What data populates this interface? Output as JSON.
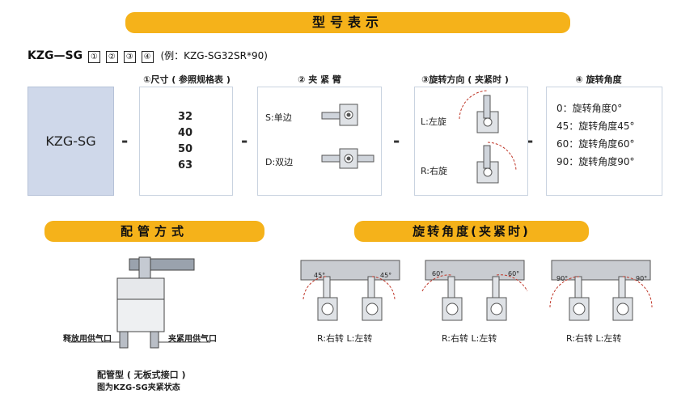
{
  "header": {
    "title": "型号表示"
  },
  "model": {
    "code": "KZG—SG",
    "boxes": [
      "①",
      "②",
      "③",
      "④"
    ],
    "example": "(例：KZG-SG32SR*90)"
  },
  "block_main": {
    "label": "KZG-SG"
  },
  "section1": {
    "title": "①尺寸 ( 参照规格表 )",
    "sizes": [
      "32",
      "40",
      "50",
      "63"
    ]
  },
  "section2": {
    "title": "② 夹 紧 臂",
    "single": "S:单边",
    "double": "D:双边"
  },
  "section3": {
    "title": "③旋转方向 ( 夹紧时 )",
    "left": "L:左旋",
    "right": "R:右旋"
  },
  "section4": {
    "title": "④  旋转角度",
    "options": [
      "0：旋转角度0°",
      "45：旋转角度45°",
      "60：旋转角度60°",
      "90：旋转角度90°"
    ]
  },
  "piping": {
    "title": "配管方式",
    "release_port": "释放用供气口",
    "clamp_port": "夹紧用供气口",
    "caption_line1": "配管型 ( 无板式接口 )",
    "caption_line2": "图为KZG-SG夹紧状态"
  },
  "rotation": {
    "title": "旋转角度(夹紧时)",
    "labels": [
      "R:右转  L:左转",
      "R:右转  L:左转",
      "R:右转  L:左转"
    ],
    "angle_marks": [
      "45°",
      "45°",
      "60°",
      "60°",
      "90°",
      "90°"
    ]
  },
  "colors": {
    "accent": "#f5b21a",
    "panel_border": "#c9d3e0",
    "block_fill": "#cfd8ea"
  }
}
